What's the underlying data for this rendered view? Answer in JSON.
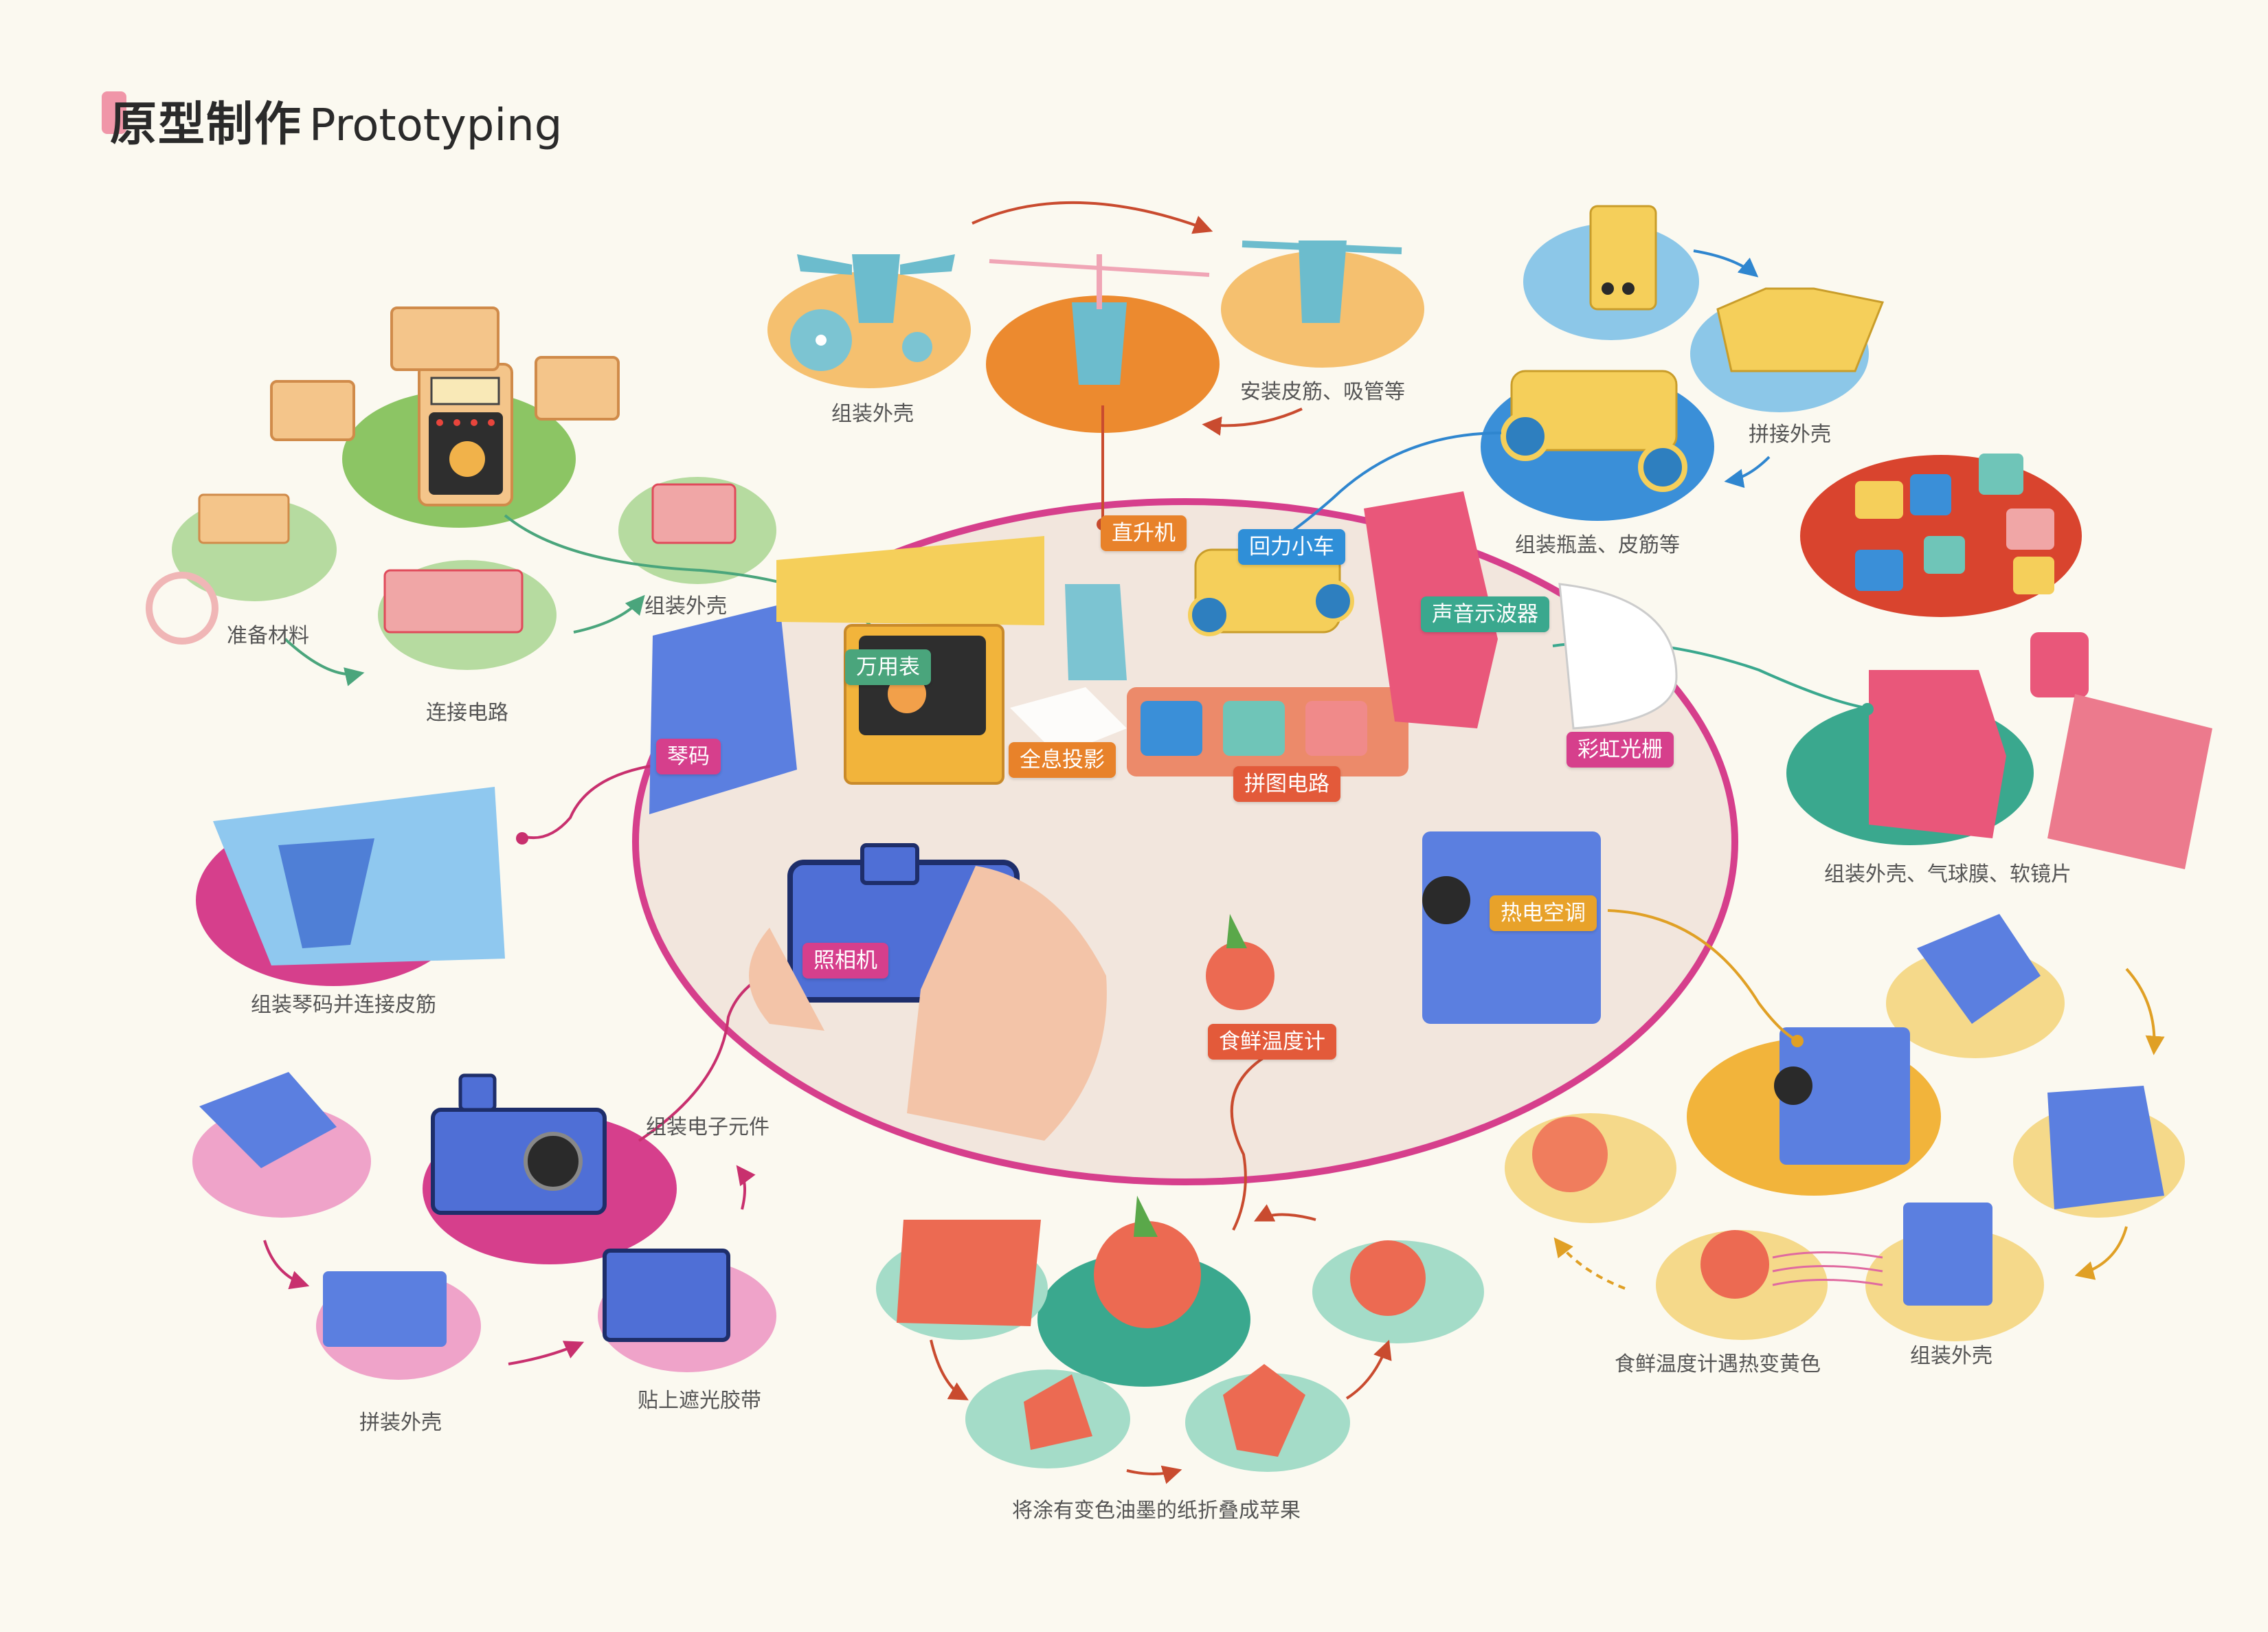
{
  "title": {
    "zh": "原型制作",
    "en": "Prototyping"
  },
  "colors": {
    "background": "#fbf9f0",
    "ring": "#d63f8c",
    "center": "#f2e6dd",
    "green": "#4aa57c",
    "orange": "#e8822a",
    "blue": "#2f8fd8",
    "pink": "#d63f8c",
    "teal": "#3aa88e",
    "red": "#e35a3a"
  },
  "tags": {
    "multimeter": "万用表",
    "helicopter": "直升机",
    "pullback_car": "回力小车",
    "oscilloscope": "声音示波器",
    "rainbow_grating": "彩虹光栅",
    "hologram": "全息投影",
    "puzzle_circuit": "拼图电路",
    "qinma": "琴码",
    "camera": "照相机",
    "food_thermo": "食鲜温度计",
    "thermo_ac": "热电空调"
  },
  "captions": {
    "prepare_materials": "准备材料",
    "connect_circuit": "连接电路",
    "assemble_shell_1": "组装外壳",
    "assemble_shell_2": "组装外壳",
    "install_bands": "安装皮筋、吸管等",
    "splice_shell_1": "拼接外壳",
    "assemble_caps": "组装瓶盖、皮筋等",
    "assemble_balloon": "组装外壳、气球膜、软镜片",
    "assemble_qinma": "组装琴码并连接皮筋",
    "assemble_electronics": "组装电子元件",
    "splice_shell_2": "拼装外壳",
    "light_tape": "贴上遮光胶带",
    "fold_apple": "将涂有变色油墨的纸折叠成苹果",
    "heat_yellow": "食鲜温度计遇热变黄色",
    "assemble_shell_3": "组装外壳"
  }
}
